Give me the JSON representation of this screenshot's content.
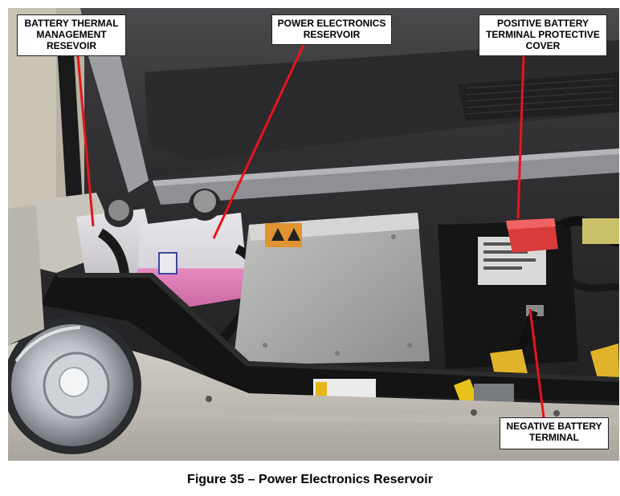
{
  "figure": {
    "caption": "Figure 35 – Power Electronics Reservoir",
    "photo_description_icon": "engine-bay-photo"
  },
  "callouts": {
    "battery_thermal": "BATTERY THERMAL\nMANAGEMENT\nRESEVOIR",
    "power_electronics": "POWER ELECTRONICS\nRESERVOIR",
    "positive_cover": "POSITIVE BATTERY\nTERMINAL PROTECTIVE\nCOVER",
    "negative_terminal": "NEGATIVE BATTERY\nTERMINAL"
  },
  "colors": {
    "arrow": "#e8141c",
    "callout_border": "#222222",
    "coolant_pink": "#e58ac0",
    "terminal_cover_red": "#d93a3a"
  }
}
